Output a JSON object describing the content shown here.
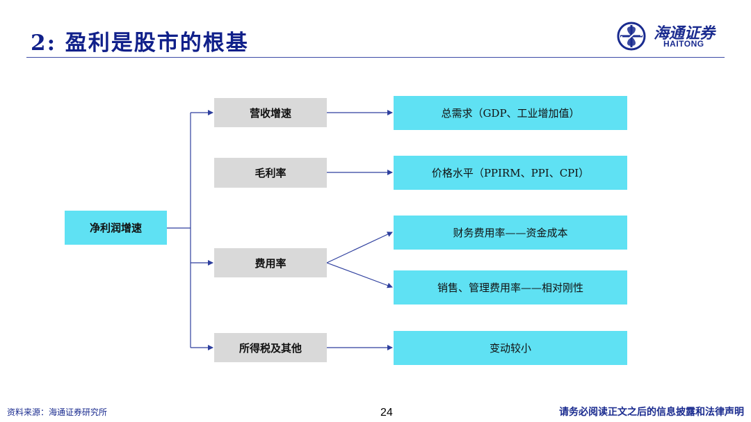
{
  "header": {
    "title": "2:  盈利是股市的根基",
    "logo_cn": "海通证券",
    "logo_en": "HAITONG"
  },
  "diagram": {
    "root": "净利润增速",
    "factors": [
      "营收增速",
      "毛利率",
      "费用率",
      "所得税及其他"
    ],
    "outcomes": [
      "总需求（GDP、工业增加值）",
      "价格水平（PPIRM、PPI、CPI）",
      "财务费用率——资金成本",
      "销售、管理费用率——相对刚性",
      "变动较小"
    ]
  },
  "footer": {
    "source": "资料来源：海通证券研究所",
    "page_number": "24",
    "disclaimer": "请务必阅读正文之后的信息披露和法律声明"
  },
  "colors": {
    "title": "#10208a",
    "cyan_box": "#5fe1f3",
    "gray_box": "#d9d9d9",
    "connector": "#2e3f9e"
  }
}
